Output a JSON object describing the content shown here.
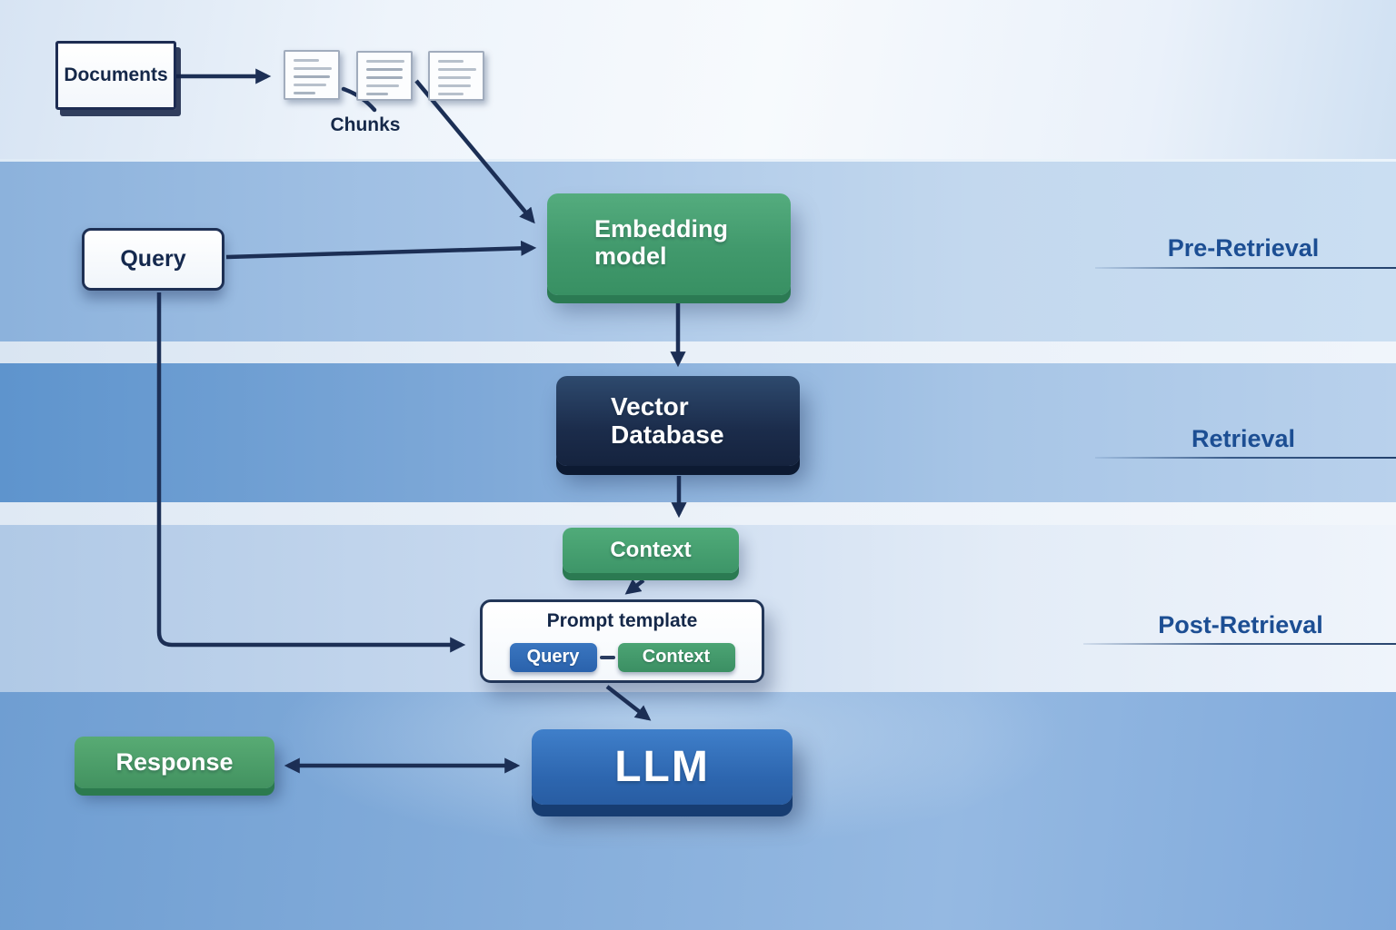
{
  "diagram": {
    "type": "flowchart",
    "subject": "RAG pipeline",
    "nodes": {
      "documents": {
        "label": "Documents"
      },
      "chunks": {
        "label": "Chunks",
        "icon_count": 3
      },
      "query": {
        "label": "Query"
      },
      "embedding_model": {
        "label": "Embedding model"
      },
      "vector_database": {
        "label": "Vector Database"
      },
      "context": {
        "label": "Context"
      },
      "prompt_template": {
        "title": "Prompt template",
        "chips": [
          {
            "label": "Query",
            "color": "#2e6cb8"
          },
          {
            "label": "Context",
            "color": "#43a06f"
          }
        ]
      },
      "llm": {
        "label": "LLM"
      },
      "response": {
        "label": "Response"
      }
    },
    "stages": [
      {
        "label": "Pre-Retrieval"
      },
      {
        "label": "Retrieval"
      },
      {
        "label": "Post-Retrieval"
      }
    ],
    "edges": [
      {
        "from": "documents",
        "to": "chunks"
      },
      {
        "from": "chunks",
        "to": "embedding_model"
      },
      {
        "from": "query",
        "to": "embedding_model"
      },
      {
        "from": "embedding_model",
        "to": "vector_database"
      },
      {
        "from": "vector_database",
        "to": "context"
      },
      {
        "from": "context",
        "to": "prompt_template"
      },
      {
        "from": "query",
        "to": "prompt_template"
      },
      {
        "from": "prompt_template",
        "to": "llm"
      },
      {
        "from": "llm",
        "to": "response",
        "bidirectional": true
      }
    ],
    "colors": {
      "arrow": "#1c2f55",
      "navy_box": "#1b2c4b",
      "green_box": "#41996c",
      "blue_box": "#2d66af",
      "stage_text": "#1c4e93",
      "band_blue_dark": "#5e94cd",
      "band_blue_light": "#c3d8ee"
    }
  }
}
